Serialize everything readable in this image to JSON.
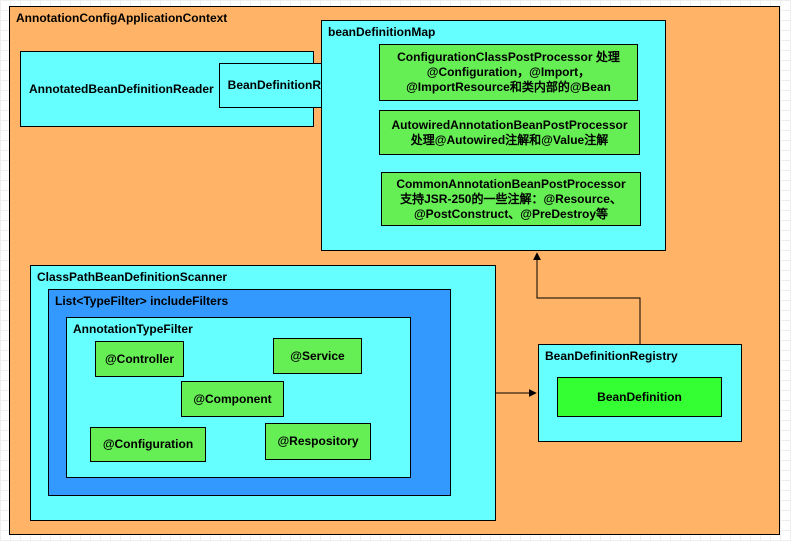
{
  "context": {
    "title": "AnnotationConfigApplicationContext"
  },
  "reader": {
    "label": "AnnotatedBeanDefinitionReader",
    "registry_label": "BeanDefinitionRegistry"
  },
  "bean_definition_map": {
    "title": "beanDefinitionMap",
    "processors": [
      {
        "lines": [
          "ConfigurationClassPostProcessor 处理",
          "@Configuration，@Import，",
          "@ImportResource和类内部的@Bean"
        ]
      },
      {
        "lines": [
          "AutowiredAnnotationBeanPostProcessor",
          "处理@Autowired注解和@Value注解"
        ]
      },
      {
        "lines": [
          "CommonAnnotationBeanPostProcessor",
          "支持JSR-250的一些注解：@Resource、",
          "@PostConstruct、@PreDestroy等"
        ]
      }
    ]
  },
  "scanner": {
    "title": "ClassPathBeanDefinitionScanner",
    "include_filters": {
      "title": "List<TypeFilter> includeFilters",
      "annotation_type_filter": {
        "title": "AnnotationTypeFilter",
        "annotations": [
          "@Controller",
          "@Service",
          "@Component",
          "@Configuration",
          "@Respository"
        ]
      }
    }
  },
  "registry": {
    "title": "BeanDefinitionRegistry",
    "bean_definition": "BeanDefinition"
  },
  "colors": {
    "context_bg": "#ffb366",
    "container_bg": "#66ffff",
    "filters_bg": "#3399ff",
    "annotation_bg": "#66ee55",
    "bean_definition_bg": "#33ff33"
  }
}
